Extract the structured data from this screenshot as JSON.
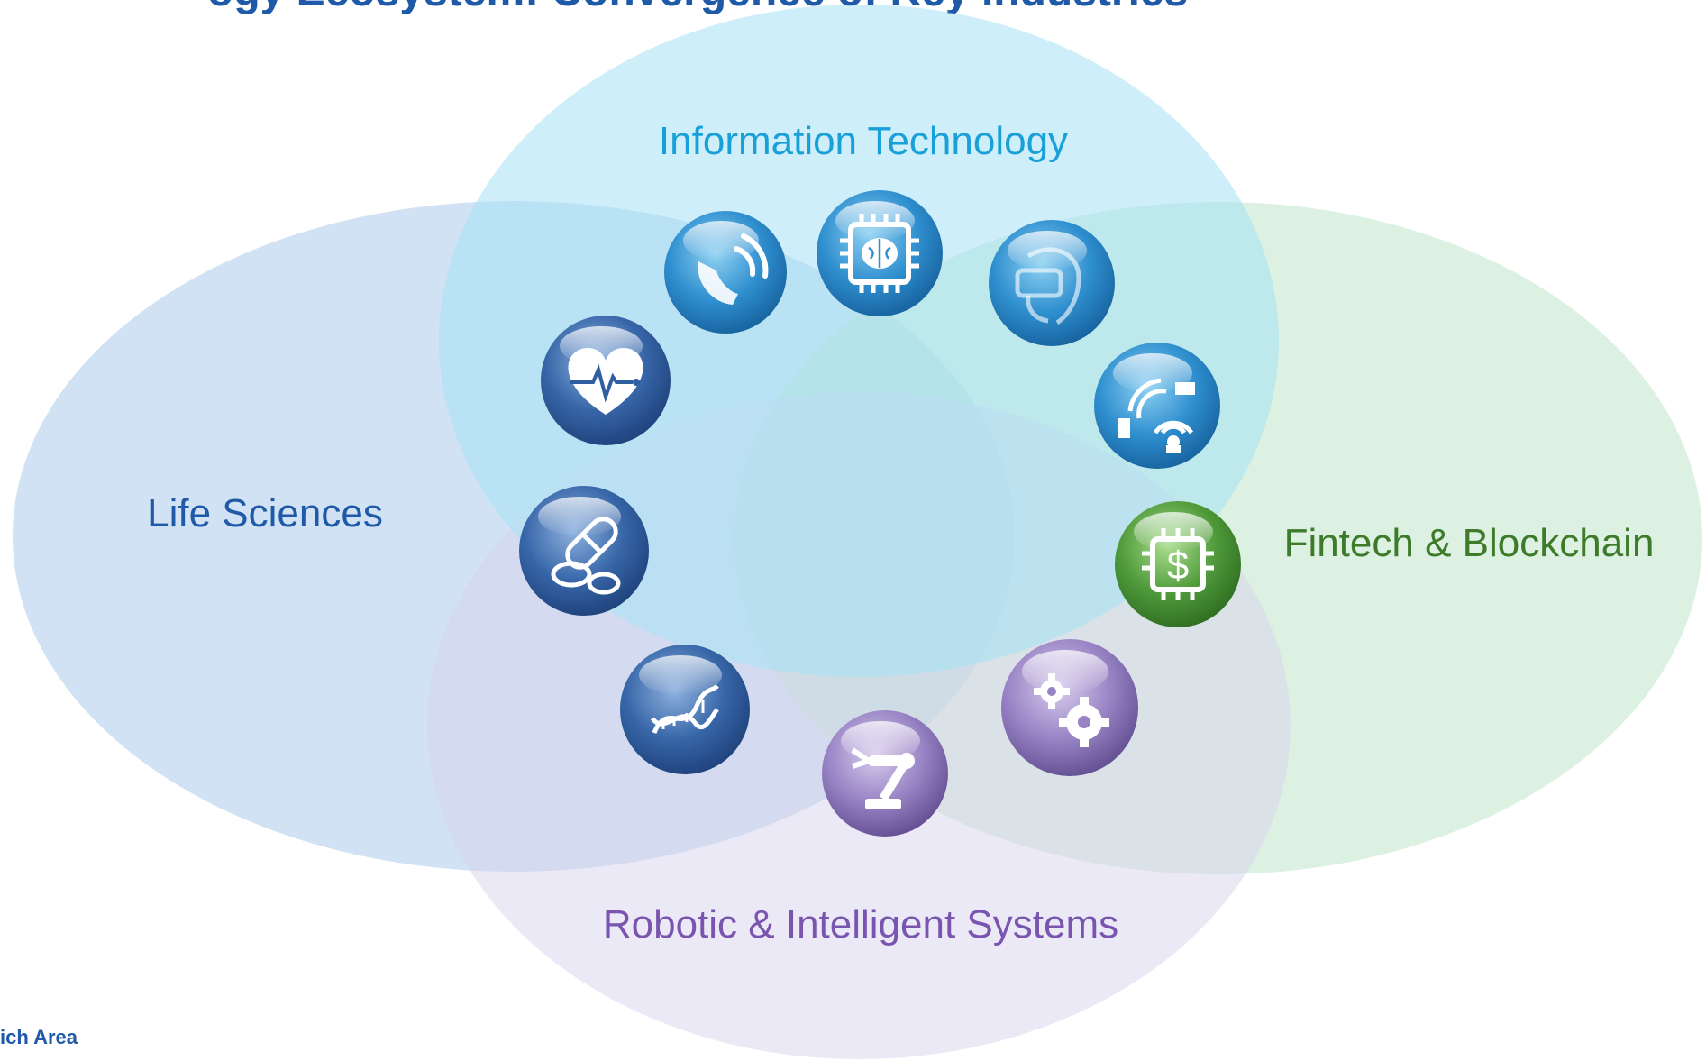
{
  "title": "ogy Ecosystem: Convergence of Key Industries",
  "footer": "ich Area",
  "domains": [
    {
      "label": "Information Technology",
      "color": "#1aa0d8"
    },
    {
      "label": "Life Sciences",
      "color": "#1f5aa8"
    },
    {
      "label": "Fintech & Blockchain",
      "color": "#3d7a2a"
    },
    {
      "label": "Robotic & Intelligent Systems",
      "color": "#7a55b0"
    }
  ],
  "icons": [
    {
      "name": "wireless-phone-icon",
      "color": "#2f8fcf"
    },
    {
      "name": "ai-brain-chip-icon",
      "color": "#1f84c6"
    },
    {
      "name": "vr-headset-icon",
      "color": "#2f8fcf"
    },
    {
      "name": "iot-smart-home-icon",
      "color": "#1f84c6"
    },
    {
      "name": "heart-pulse-icon",
      "color": "#2f6fb4"
    },
    {
      "name": "pills-icon",
      "color": "#3a66a8"
    },
    {
      "name": "dna-icon",
      "color": "#3a6aae"
    },
    {
      "name": "robotic-arm-icon",
      "color": "#9c86c6"
    },
    {
      "name": "gears-icon",
      "color": "#8d7fbd"
    },
    {
      "name": "fintech-chip-icon",
      "color": "#4f9a3a"
    }
  ]
}
